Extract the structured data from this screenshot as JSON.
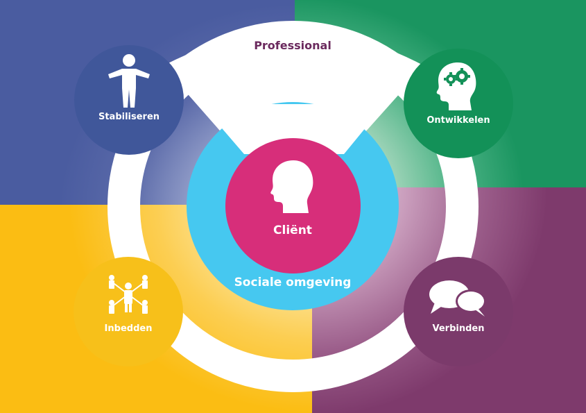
{
  "diagram": {
    "professional_label": "Professional",
    "client_label": "Cliënt",
    "social_label": "Sociale omgeving",
    "nodes": {
      "stabiliseren": "Stabiliseren",
      "ontwikkelen": "Ontwikkelen",
      "inbedden": "Inbedden",
      "verbinden": "Verbinden"
    },
    "colors": {
      "stabiliseren": "#40579a",
      "ontwikkelen": "#139158",
      "inbedden": "#f7c01a",
      "verbinden": "#7b3a6b",
      "client": "#d72e7a",
      "social": "#46c8f0",
      "professional_text": "#6b2a5e"
    },
    "icons": {
      "stabiliseren": "standing-person-icon",
      "ontwikkelen": "head-gears-icon",
      "inbedden": "network-people-icon",
      "verbinden": "speech-bubbles-icon",
      "client": "head-profile-icon"
    }
  }
}
